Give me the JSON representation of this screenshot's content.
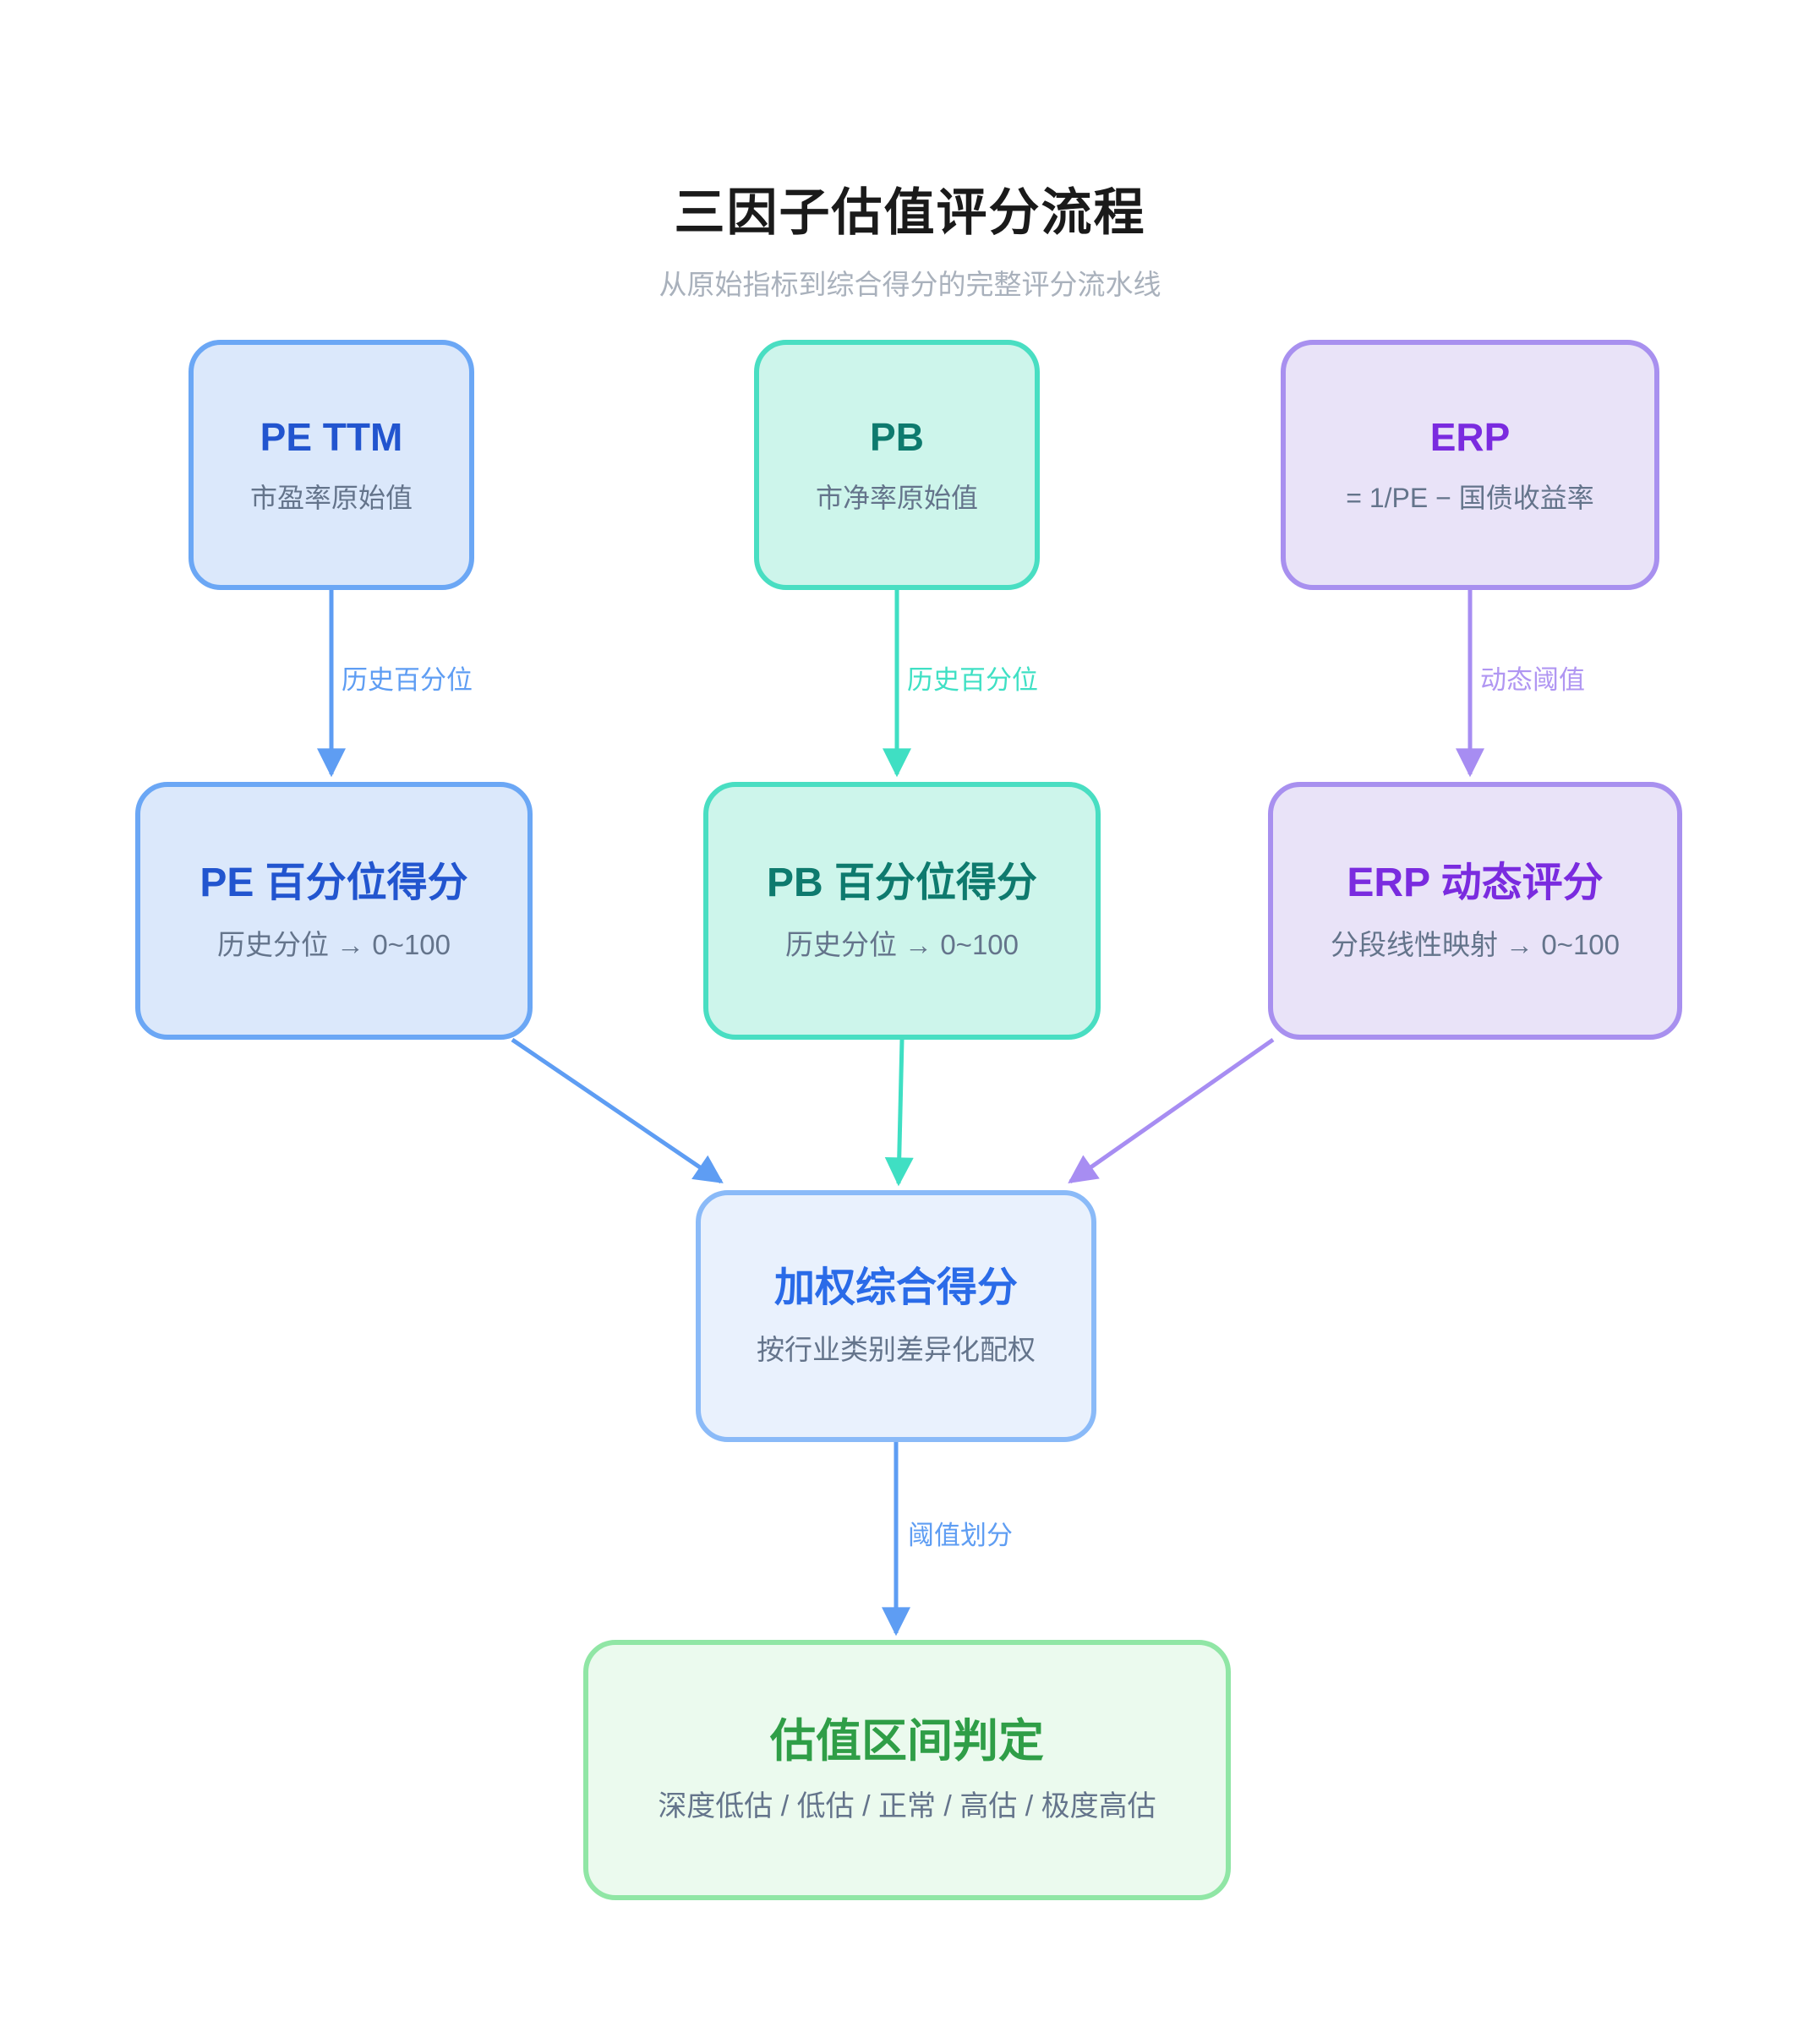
{
  "header": {
    "title": "三因子估值评分流程",
    "subtitle": "从原始指标到综合得分的完整评分流水线"
  },
  "nodes": {
    "pe_ttm": {
      "title": "PE TTM",
      "subtitle": "市盈率原始值"
    },
    "pb": {
      "title": "PB",
      "subtitle": "市净率原始值"
    },
    "erp": {
      "title": "ERP",
      "subtitle": "= 1/PE − 国债收益率"
    },
    "pe_score": {
      "title": "PE 百分位得分",
      "subtitle": "历史分位 → 0~100"
    },
    "pb_score": {
      "title": "PB 百分位得分",
      "subtitle": "历史分位 → 0~100"
    },
    "erp_score": {
      "title": "ERP 动态评分",
      "subtitle": "分段线性映射 → 0~100"
    },
    "weighted": {
      "title": "加权综合得分",
      "subtitle": "按行业类别差异化配权"
    },
    "verdict": {
      "title": "估值区间判定",
      "subtitle": "深度低估 / 低估 / 正常 / 高估 / 极度高估"
    }
  },
  "edges": {
    "pe_to_score": {
      "label": "历史百分位"
    },
    "pb_to_score": {
      "label": "历史百分位"
    },
    "erp_to_score": {
      "label": "动态阈值"
    },
    "weighted_to_verdict": {
      "label": "阈值划分"
    }
  },
  "colors": {
    "blue_title": "#2255cf",
    "blue_border": "#6ba7f5",
    "blue_arrow": "#5e9df3",
    "teal_title": "#0e7a6e",
    "teal_border": "#49dec2",
    "teal_arrow": "#3fdfc3",
    "purple_title": "#7a2bdf",
    "purple_border": "#a890ef",
    "purple_arrow": "#a78df2",
    "midblue_title": "#2a6be8",
    "midblue_border": "#8abaf8",
    "green_title": "#2f9e47",
    "green_border": "#90e6a5",
    "subtitle_gray": "#64748b",
    "page_subtitle_gray": "#a9b1bc"
  }
}
